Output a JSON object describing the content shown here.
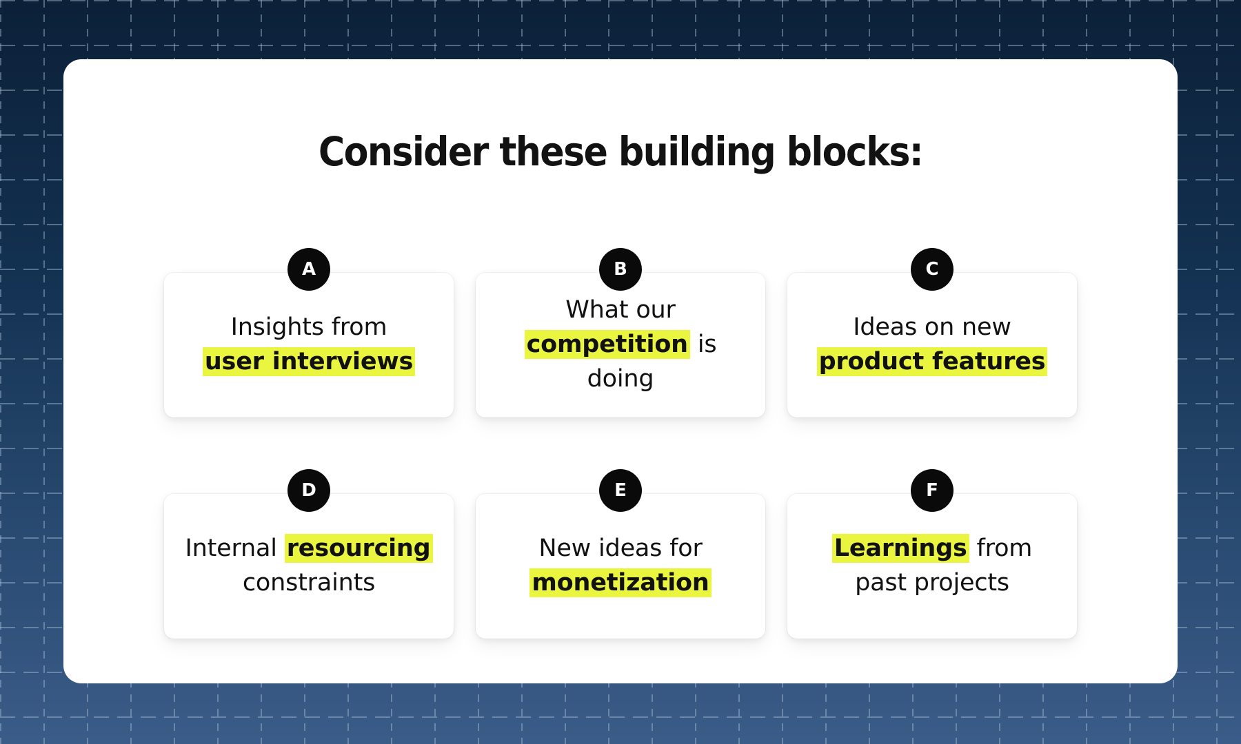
{
  "background": {
    "top_color": "#0c2038",
    "bottom_color": "#3a5c88",
    "grid_line_color": "#aabed7"
  },
  "theme": {
    "panel_bg": "#ffffff",
    "badge_bg": "#0a0a0a",
    "badge_fg": "#ffffff",
    "highlight_color": "#e9f53e",
    "text_color": "#111111"
  },
  "panel": {
    "title": "Consider these building blocks:"
  },
  "cards": [
    {
      "badge": "A",
      "lines": [
        [
          {
            "text": "Insights from",
            "highlight": false
          }
        ],
        [
          {
            "text": "user interviews",
            "highlight": true
          }
        ]
      ],
      "plain_text": "Insights from user interviews"
    },
    {
      "badge": "B",
      "lines": [
        [
          {
            "text": "What our",
            "highlight": false
          }
        ],
        [
          {
            "text": "competition",
            "highlight": true
          },
          {
            "text": " is doing",
            "highlight": false
          }
        ]
      ],
      "plain_text": "What our competition is doing"
    },
    {
      "badge": "C",
      "lines": [
        [
          {
            "text": "Ideas on new",
            "highlight": false
          }
        ],
        [
          {
            "text": "product features",
            "highlight": true
          }
        ]
      ],
      "plain_text": "Ideas on new product features"
    },
    {
      "badge": "D",
      "lines": [
        [
          {
            "text": "Internal ",
            "highlight": false
          },
          {
            "text": "resourcing",
            "highlight": true
          }
        ],
        [
          {
            "text": "constraints",
            "highlight": false
          }
        ]
      ],
      "plain_text": "Internal resourcing constraints"
    },
    {
      "badge": "E",
      "lines": [
        [
          {
            "text": "New ideas for",
            "highlight": false
          }
        ],
        [
          {
            "text": "monetization",
            "highlight": true
          }
        ]
      ],
      "plain_text": "New ideas for monetization"
    },
    {
      "badge": "F",
      "lines": [
        [
          {
            "text": "Learnings",
            "highlight": true
          },
          {
            "text": " from",
            "highlight": false
          }
        ],
        [
          {
            "text": "past projects",
            "highlight": false
          }
        ]
      ],
      "plain_text": "Learnings from past projects"
    }
  ]
}
